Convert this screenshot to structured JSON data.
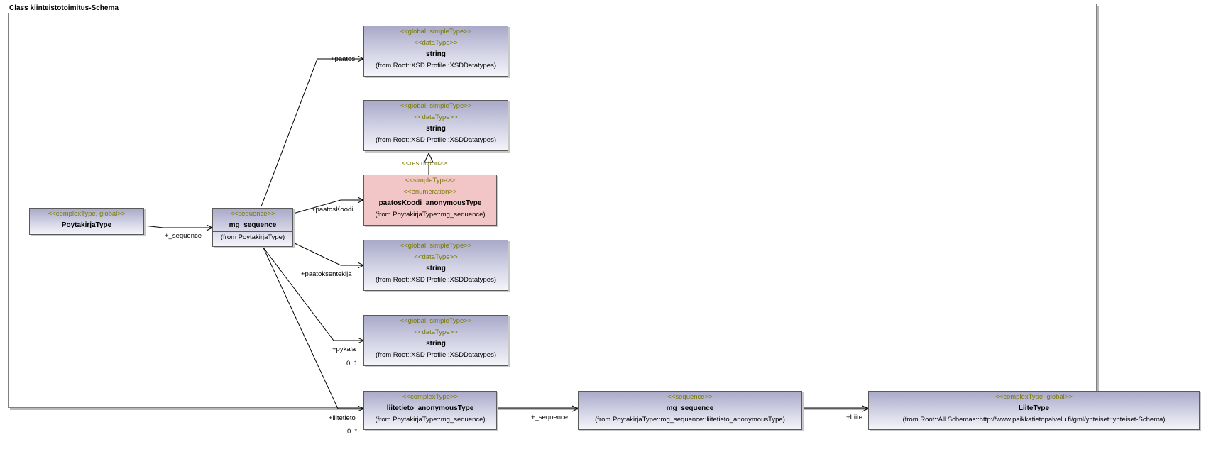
{
  "frame": {
    "title": "Class kiinteistotoimitus-Schema"
  },
  "classes": {
    "poytakirja": {
      "stereotype": "<<complexType, global>>",
      "name": "PoytakirjaType"
    },
    "mg_sequence": {
      "stereotype": "<<sequence>>",
      "name": "mg_sequence",
      "from": "(from PoytakirjaType)"
    },
    "string1": {
      "stereotype1": "<<global, simpleType>>",
      "stereotype2": "<<dataType>>",
      "name": "string",
      "from": "(from Root::XSD Profile::XSDDatatypes)"
    },
    "string2": {
      "stereotype1": "<<global, simpleType>>",
      "stereotype2": "<<dataType>>",
      "name": "string",
      "from": "(from Root::XSD Profile::XSDDatatypes)"
    },
    "paatosKoodi": {
      "stereotype1": "<<simpleType>>",
      "stereotype2": "<<enumeration>>",
      "name": "paatosKoodi_anonymousType",
      "from": "(from PoytakirjaType::mg_sequence)"
    },
    "string3": {
      "stereotype1": "<<global, simpleType>>",
      "stereotype2": "<<dataType>>",
      "name": "string",
      "from": "(from Root::XSD Profile::XSDDatatypes)"
    },
    "string4": {
      "stereotype1": "<<global, simpleType>>",
      "stereotype2": "<<dataType>>",
      "name": "string",
      "from": "(from Root::XSD Profile::XSDDatatypes)"
    },
    "liitetieto": {
      "stereotype": "<<complexType>>",
      "name": "liitetieto_anonymousType",
      "from": "(from PoytakirjaType::mg_sequence)"
    },
    "mg_sequence2": {
      "stereotype": "<<sequence>>",
      "name": "mg_sequence",
      "from": "(from PoytakirjaType::mg_sequence::liitetieto_anonymousType)"
    },
    "liite": {
      "stereotype": "<<complexType, global>>",
      "name": "LiiteType",
      "from": "(from Root::All Schemas::http://www.paikkatietopalvelu.fi/gml/yhteiset::yhteiset-Schema)"
    }
  },
  "labels": {
    "seq1": "+_sequence",
    "paatos": "+paatos",
    "paatosKoodi": "+paatosKoodi",
    "paatoksentekija": "+paatoksentekija",
    "pykala": "+pykala",
    "pykala_mult": "0..1",
    "liitetieto": "+liitetieto",
    "liitetieto_mult": "0..*",
    "seq2": "+_sequence",
    "liite": "+Liite",
    "restriction": "<<restriction>>"
  }
}
